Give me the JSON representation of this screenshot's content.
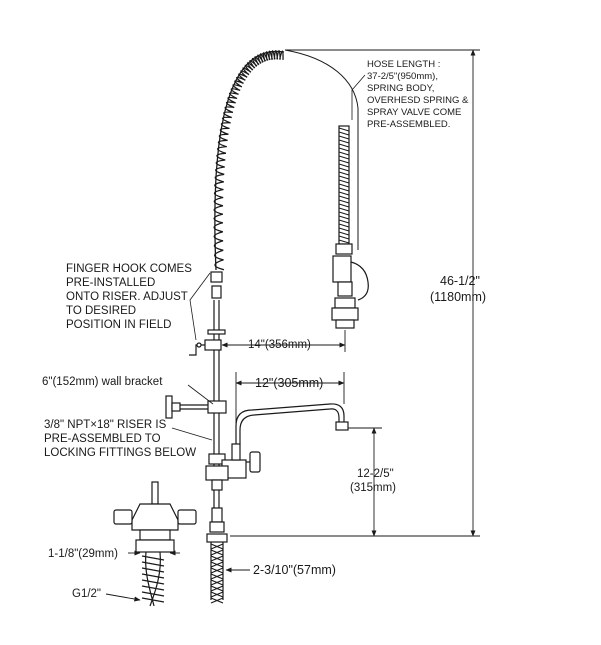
{
  "notes": {
    "hose_length": [
      "HOSE LENGTH :",
      "37-2/5\"(950mm),",
      "SPRING BODY,",
      "OVERHESD SPRING &",
      "SPRAY VALVE COME",
      "PRE-ASSEMBLED."
    ],
    "finger_hook": [
      "FINGER HOOK COMES",
      "PRE-INSTALLED",
      "ONTO RISER. ADJUST",
      "TO DESIRED",
      "POSITION IN FIELD"
    ],
    "wall_bracket": "6\"(152mm) wall bracket",
    "riser": [
      "3/8\" NPT×18\" RISER IS",
      "PRE-ASSEMBLED TO",
      "LOCKING FITTINGS BELOW"
    ]
  },
  "dimensions": {
    "total_height": [
      "46-1/2\"",
      "(1180mm)"
    ],
    "hook_offset": "14\"(356mm)",
    "spout_reach": "12\"(305mm)",
    "spout_height": [
      "12-2/5\"",
      "(315mm)"
    ],
    "centers": "2-3/10\"(57mm)",
    "base_width": "1-1/8\"(29mm)",
    "inlet_thread": "G1/2\""
  },
  "colors": {
    "line": "#1a1a1a",
    "background": "#ffffff"
  }
}
